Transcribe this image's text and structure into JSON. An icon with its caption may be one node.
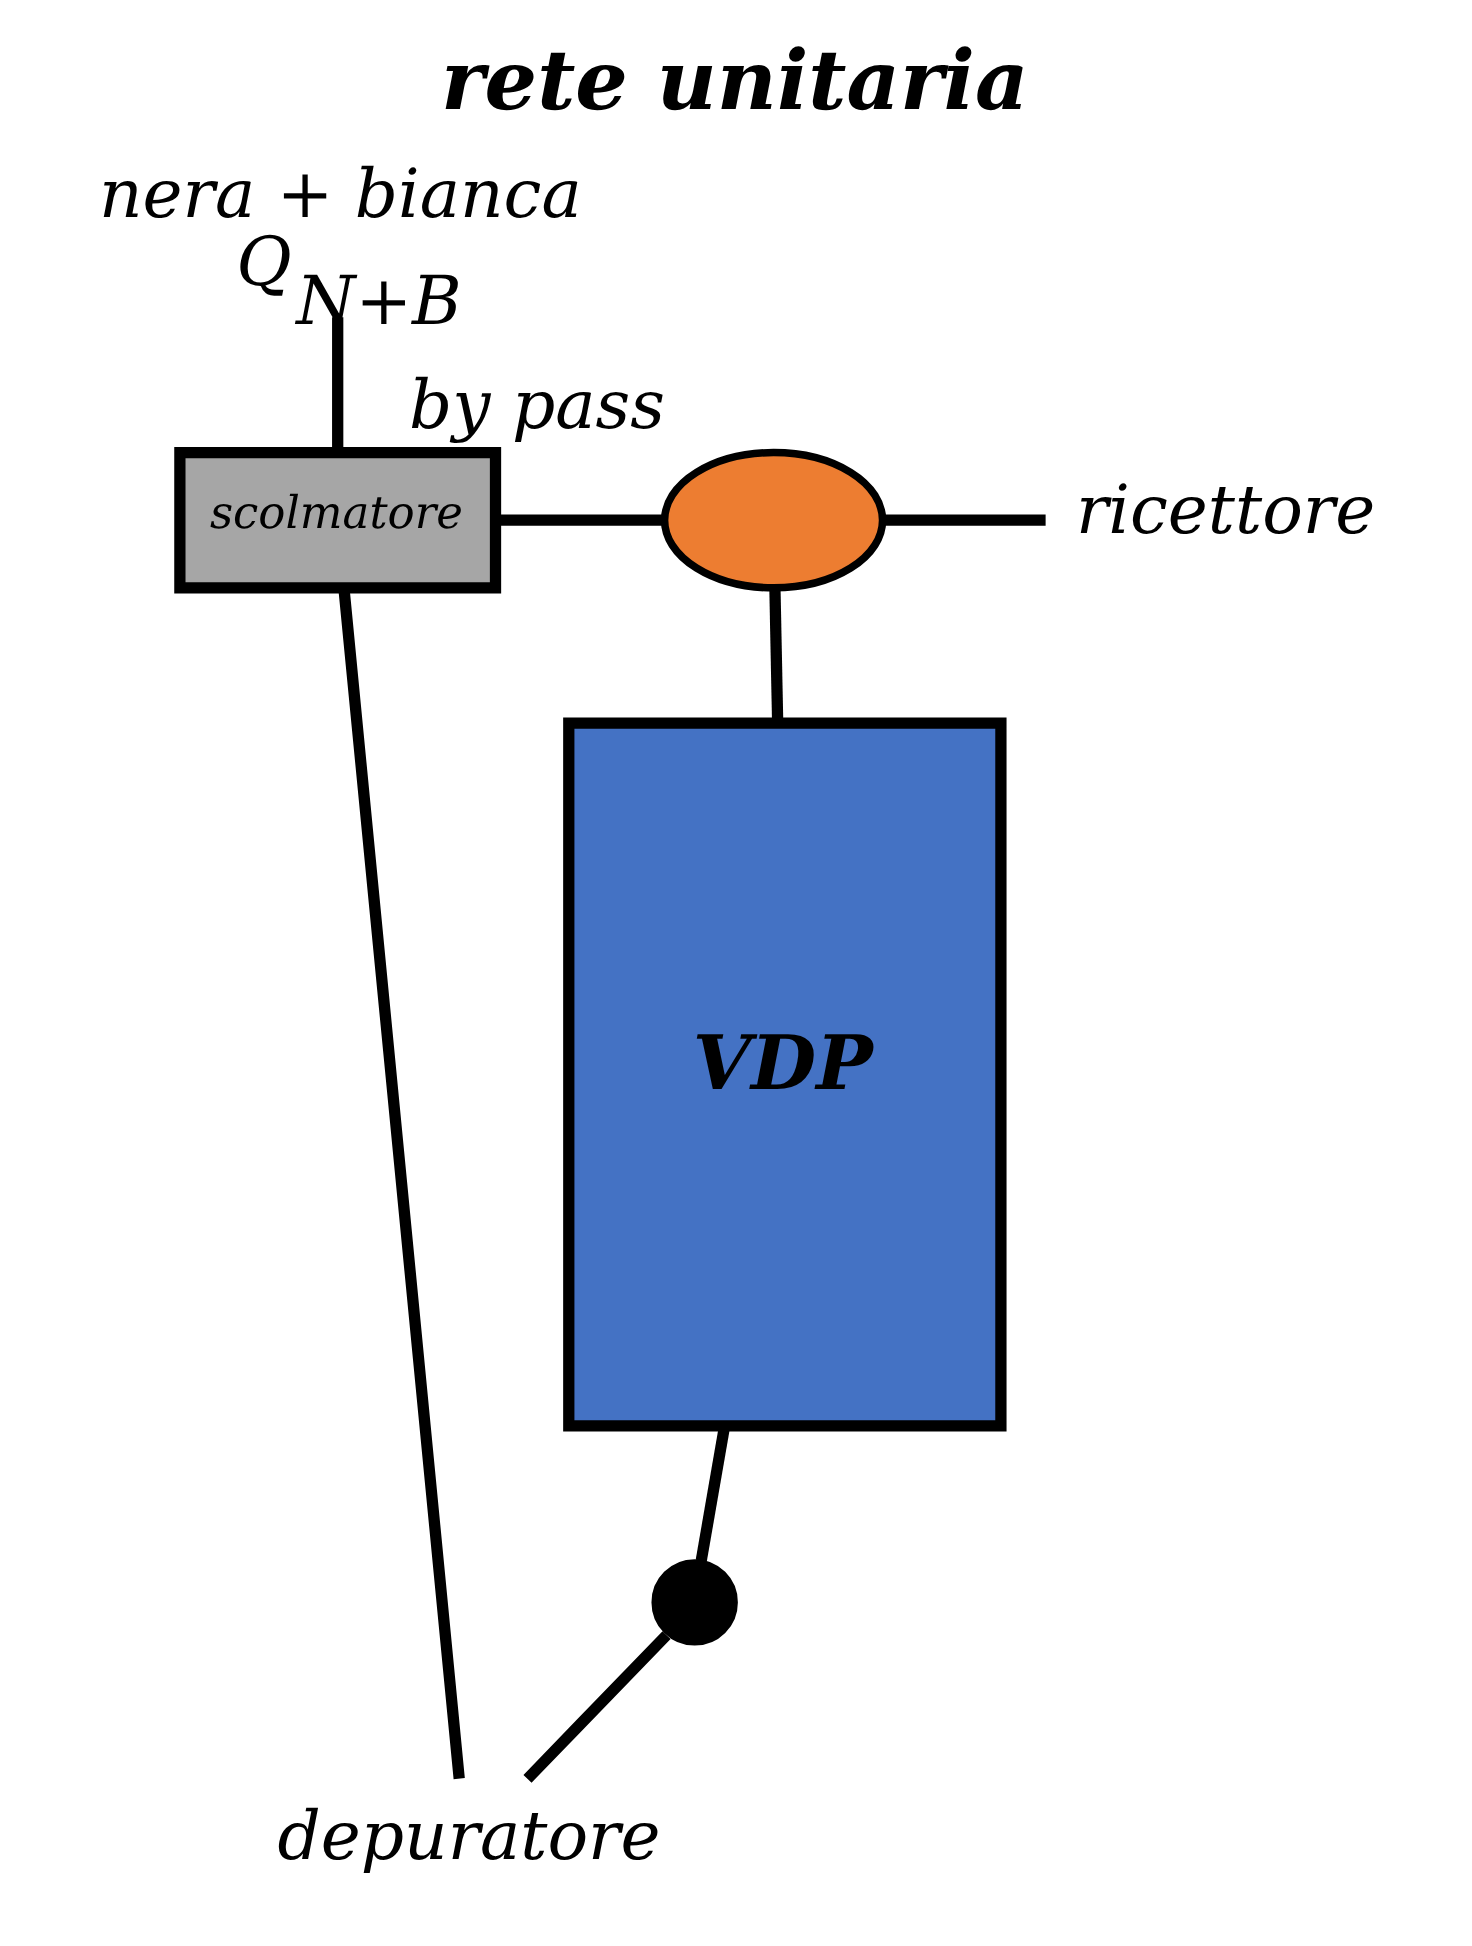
{
  "diagram": {
    "title": "rete unitaria",
    "nodes": [
      {
        "text": [
          "nera + bianca",
          "Q$_{N+B}$"
        ]
      },
      {
        "text": [
          "scolmatore"
        ]
      },
      {
        "text": [
          "by pass"
        ]
      },
      {
        "text": [
          "ricettore"
        ]
      },
      {
        "text": [
          "VDP"
        ]
      },
      {
        "text": [],
        "shape": "circle"
      },
      {
        "text": [
          "depuratore"
        ]
      }
    ],
    "edges": [
      {
        "from": 0,
        "to": 1,
        "arrow": "none"
      },
      {
        "from": 1,
        "to": 2,
        "arrow": "none"
      },
      {
        "from": 2,
        "to": 3,
        "arrow": "none"
      },
      {
        "from": 2,
        "to": 4,
        "arrow": "none"
      },
      {
        "from": 4,
        "to": 5,
        "arrow": "none"
      },
      {
        "from": 1,
        "to": 6,
        "arrow": "none"
      },
      {
        "from": 5,
        "to": 6,
        "arrow": "none"
      }
    ]
  }
}
